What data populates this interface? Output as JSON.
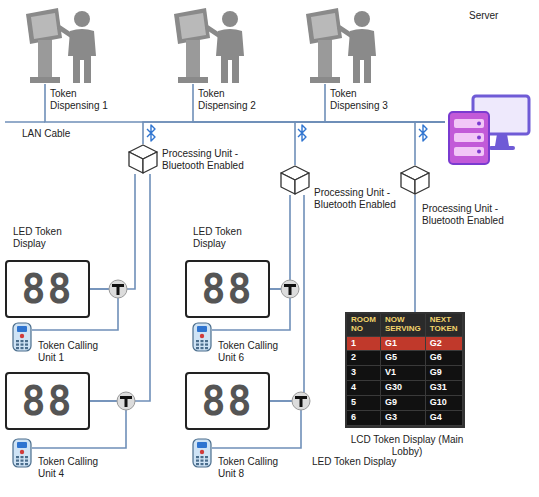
{
  "diagram": {
    "nodes": [
      {
        "text": [
          "Token Dispensing 1"
        ]
      },
      {
        "text": [
          "Token Dispensing 2"
        ]
      },
      {
        "text": [
          "Token Dispensing 3"
        ]
      },
      {
        "text": [
          "Server"
        ]
      },
      {
        "text": [
          "Processing Unit - Bluetooth Enabled"
        ]
      },
      {
        "text": [
          "Processing Unit - Bluetooth Enabled"
        ]
      },
      {
        "text": [
          "Processing Unit - Bluetooth Enabled"
        ]
      },
      {
        "text": [
          "LED Token Display",
          "88"
        ]
      },
      {
        "text": [
          "Token Calling Unit 1"
        ]
      },
      {
        "text": [
          "88"
        ]
      },
      {
        "text": [
          "Token Calling Unit 4"
        ]
      },
      {
        "text": [
          "LED Token Display",
          "88"
        ]
      },
      {
        "text": [
          "Token Calling Unit 6"
        ]
      },
      {
        "text": [
          "88",
          "LED Token Display"
        ]
      },
      {
        "text": [
          "Token Calling Unit 8"
        ]
      },
      {
        "text": [
          "ROOM NO",
          "NOW SERVING",
          "NEXT TOKEN",
          "1",
          "G1",
          "G2",
          "2",
          "G5",
          "G6",
          "3",
          "V1",
          "G9",
          "4",
          "G30",
          "G31",
          "5",
          "G9",
          "G10",
          "6",
          "G3",
          "G4",
          "LCD Token Display (Main Lobby)"
        ]
      }
    ],
    "edges": [
      {
        "from": 0,
        "to": 3,
        "arrow": "none"
      },
      {
        "from": 1,
        "to": 3,
        "arrow": "none"
      },
      {
        "from": 2,
        "to": 3,
        "arrow": "none"
      },
      {
        "from": 4,
        "to": 3,
        "arrow": "none"
      },
      {
        "from": 5,
        "to": 3,
        "arrow": "none"
      },
      {
        "from": 6,
        "to": 3,
        "arrow": "none"
      },
      {
        "from": 4,
        "to": 7,
        "arrow": "none"
      },
      {
        "from": 4,
        "to": 9,
        "arrow": "none"
      },
      {
        "from": 8,
        "to": 7,
        "arrow": "none"
      },
      {
        "from": 10,
        "to": 9,
        "arrow": "none"
      },
      {
        "from": 5,
        "to": 11,
        "arrow": "none"
      },
      {
        "from": 5,
        "to": 13,
        "arrow": "none"
      },
      {
        "from": 12,
        "to": 11,
        "arrow": "none"
      },
      {
        "from": 14,
        "to": 13,
        "arrow": "none"
      },
      {
        "from": 6,
        "to": 15,
        "arrow": "none"
      }
    ],
    "labels": [
      "LAN Cable"
    ]
  }
}
